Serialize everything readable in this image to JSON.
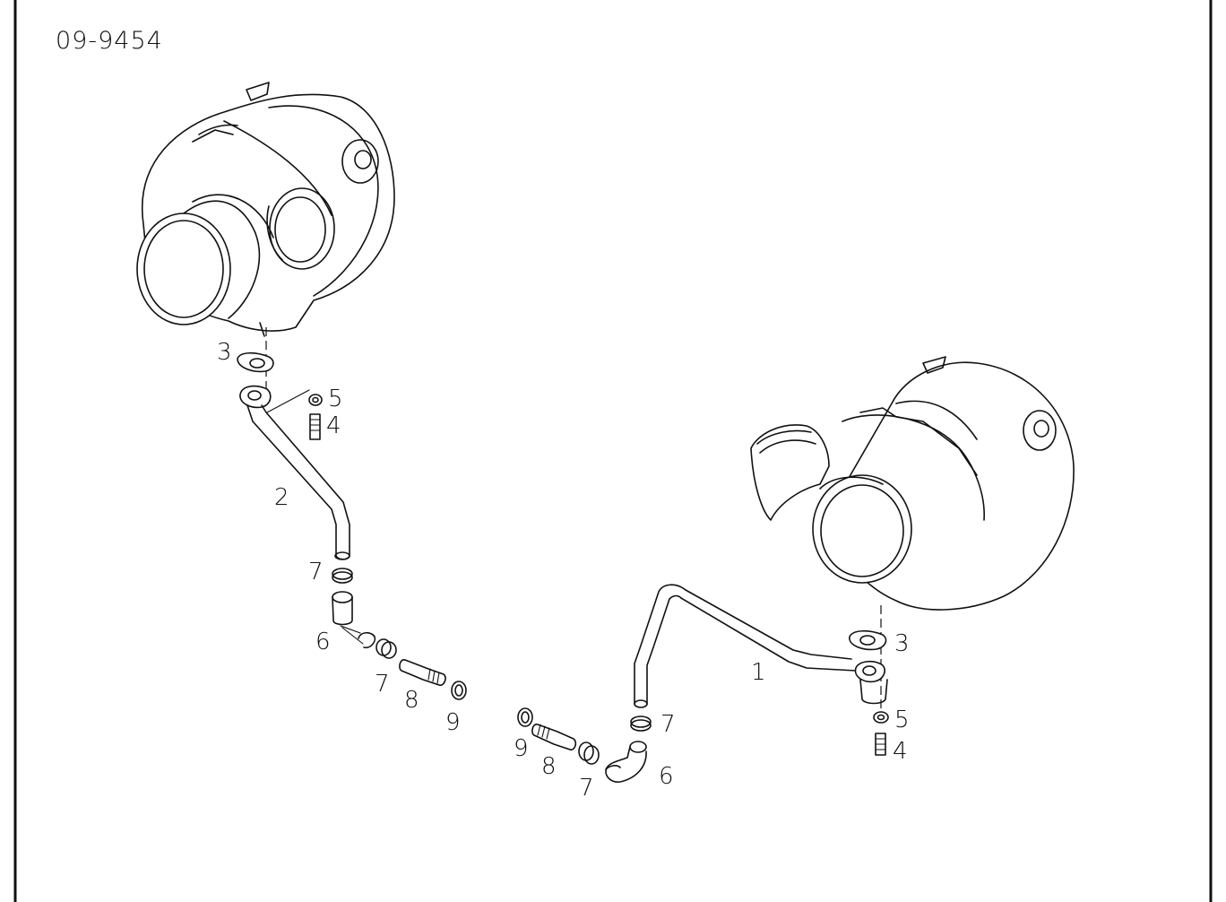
{
  "drawing_number": "09-9454",
  "callouts": {
    "left": {
      "gasket": "3",
      "washer": "5",
      "bolt": "4",
      "pipe": "2",
      "clamp_upper": "7",
      "hose": "6",
      "clamp_lower": "7",
      "connector": "8",
      "seal": "9"
    },
    "right": {
      "pipe": "1",
      "gasket": "3",
      "washer": "5",
      "bolt": "4",
      "clamp_upper": "7",
      "hose": "6",
      "clamp_lower": "7",
      "connector": "8",
      "seal": "9"
    }
  }
}
